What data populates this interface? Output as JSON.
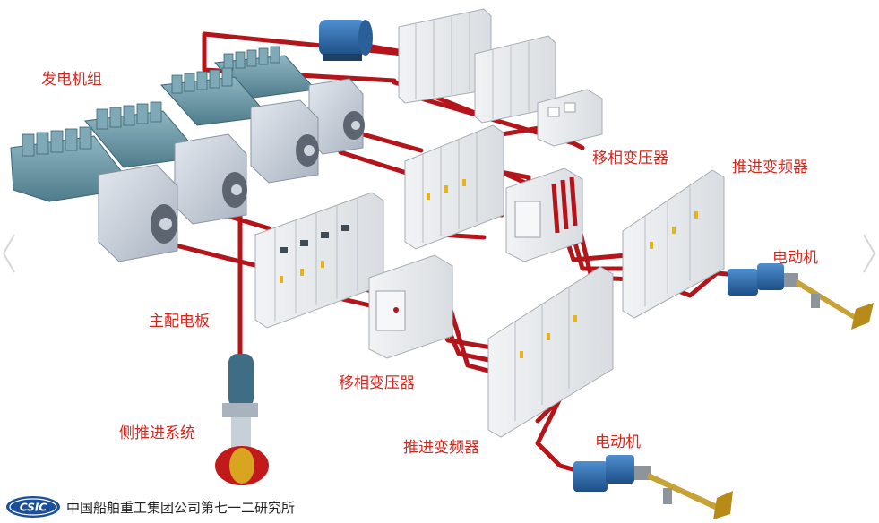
{
  "labels": {
    "generator_set": "发电机组",
    "main_switchboard": "主配电板",
    "phase_shift_transformer_upper": "移相变压器",
    "phase_shift_transformer_lower": "移相变压器",
    "propulsion_converter_upper": "推进变频器",
    "propulsion_converter_lower": "推进变频器",
    "motor_upper": "电动机",
    "motor_lower": "电动机",
    "side_thruster_system": "侧推进系统"
  },
  "footer": {
    "logo_text": "CSIC",
    "organization": "中国船舶重工集团公司第七一二研究所"
  },
  "colors": {
    "cable": "#b3151b",
    "label": "#d8261c",
    "cabinet": "#e4e7ea",
    "engine": "#6f9aa8",
    "generator": "#c9d0da",
    "motor": "#2f6fb0",
    "logo": "#1a4f9c"
  }
}
